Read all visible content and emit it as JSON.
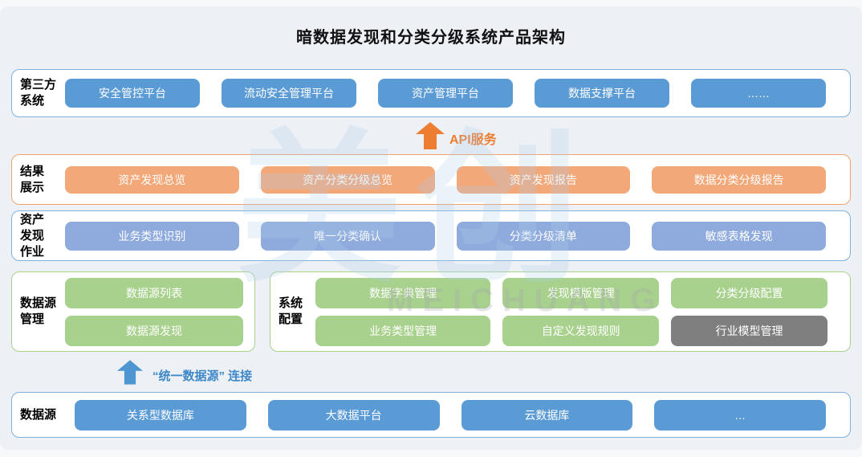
{
  "title": "暗数据发现和分类分级系统产品架构",
  "colors": {
    "box_blue": "#5b9bd5",
    "box_orange": "#f2a878",
    "box_purple": "#8faadc",
    "box_green": "#a9d18e",
    "box_gray": "#7f7f7f",
    "arrow_orange": "#ed7d31",
    "arrow_blue": "#4e96d1",
    "panel_background": "#edf1f5"
  },
  "sections": {
    "third_party": {
      "label_lines": [
        "第三方",
        "系统"
      ],
      "items": [
        "安全管控平台",
        "流动安全管理平台",
        "资产管理平台",
        "数据支撑平台",
        "……"
      ]
    },
    "results": {
      "label_lines": [
        "结果",
        "展示"
      ],
      "items": [
        "资产发现总览",
        "资产分类分级总览",
        "资产发现报告",
        "数据分类分级报告"
      ]
    },
    "discovery_jobs": {
      "label_lines": [
        "资产",
        "发现",
        "作业"
      ],
      "items": [
        "业务类型识别",
        "唯一分类确认",
        "分类分级清单",
        "敏感表格发现"
      ]
    },
    "datasource_mgmt": {
      "label_lines": [
        "数据源",
        "管理"
      ],
      "items": [
        "数据源列表",
        "数据源发现"
      ]
    },
    "system_config": {
      "label_lines": [
        "系统",
        "配置"
      ],
      "items": [
        "数据字典管理",
        "发现模版管理",
        "分类分级配置",
        "业务类型管理",
        "自定义发现规则",
        "行业模型管理"
      ]
    },
    "datasources": {
      "label_lines": [
        "数据源"
      ],
      "items": [
        "关系型数据库",
        "大数据平台",
        "云数据库",
        "…"
      ]
    }
  },
  "arrows": {
    "api": {
      "label": "API服务"
    },
    "unified": {
      "label": "“统一数据源” 连接"
    }
  },
  "watermark": {
    "cn": "美创",
    "en": "MEICHUANG"
  }
}
